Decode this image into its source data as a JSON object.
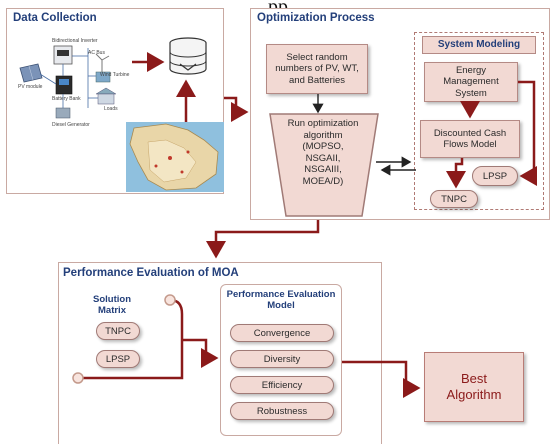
{
  "header_fragment": "pp",
  "data_collection": {
    "title": "Data Collection",
    "device_labels": [
      "PV module",
      "Bidirectional Inverter",
      "Battery Bank",
      "Wind Turbine",
      "Diesel Generator",
      "AC Bus",
      "Loads"
    ]
  },
  "optimization": {
    "title": "Optimization Process",
    "select_box": "Select random numbers of PV, WT, and Batteries",
    "run_box": "Run optimization algorithm (MOPSO, NSGAII, NSGAIII, MOEA/D)",
    "system_modeling": {
      "title": "System Modeling",
      "ems": "Energy Management System",
      "dcf": "Discounted Cash Flows Model",
      "lpsp": "LPSP",
      "tnpc": "TNPC"
    }
  },
  "performance": {
    "title": "Performance Evaluation of MOA",
    "solution_matrix": "Solution Matrix",
    "tnpc": "TNPC",
    "lpsp": "LPSP",
    "model_title": "Performance Evaluation Model",
    "metrics": [
      "Convergence",
      "Diversity",
      "Efficiency",
      "Robustness"
    ],
    "best": "Best Algorithm"
  },
  "colors": {
    "panel_border": "#c9a9a2",
    "box_fill": "#f2d9d3",
    "arrow": "#8b1a1a",
    "title_text": "#233f7a"
  }
}
